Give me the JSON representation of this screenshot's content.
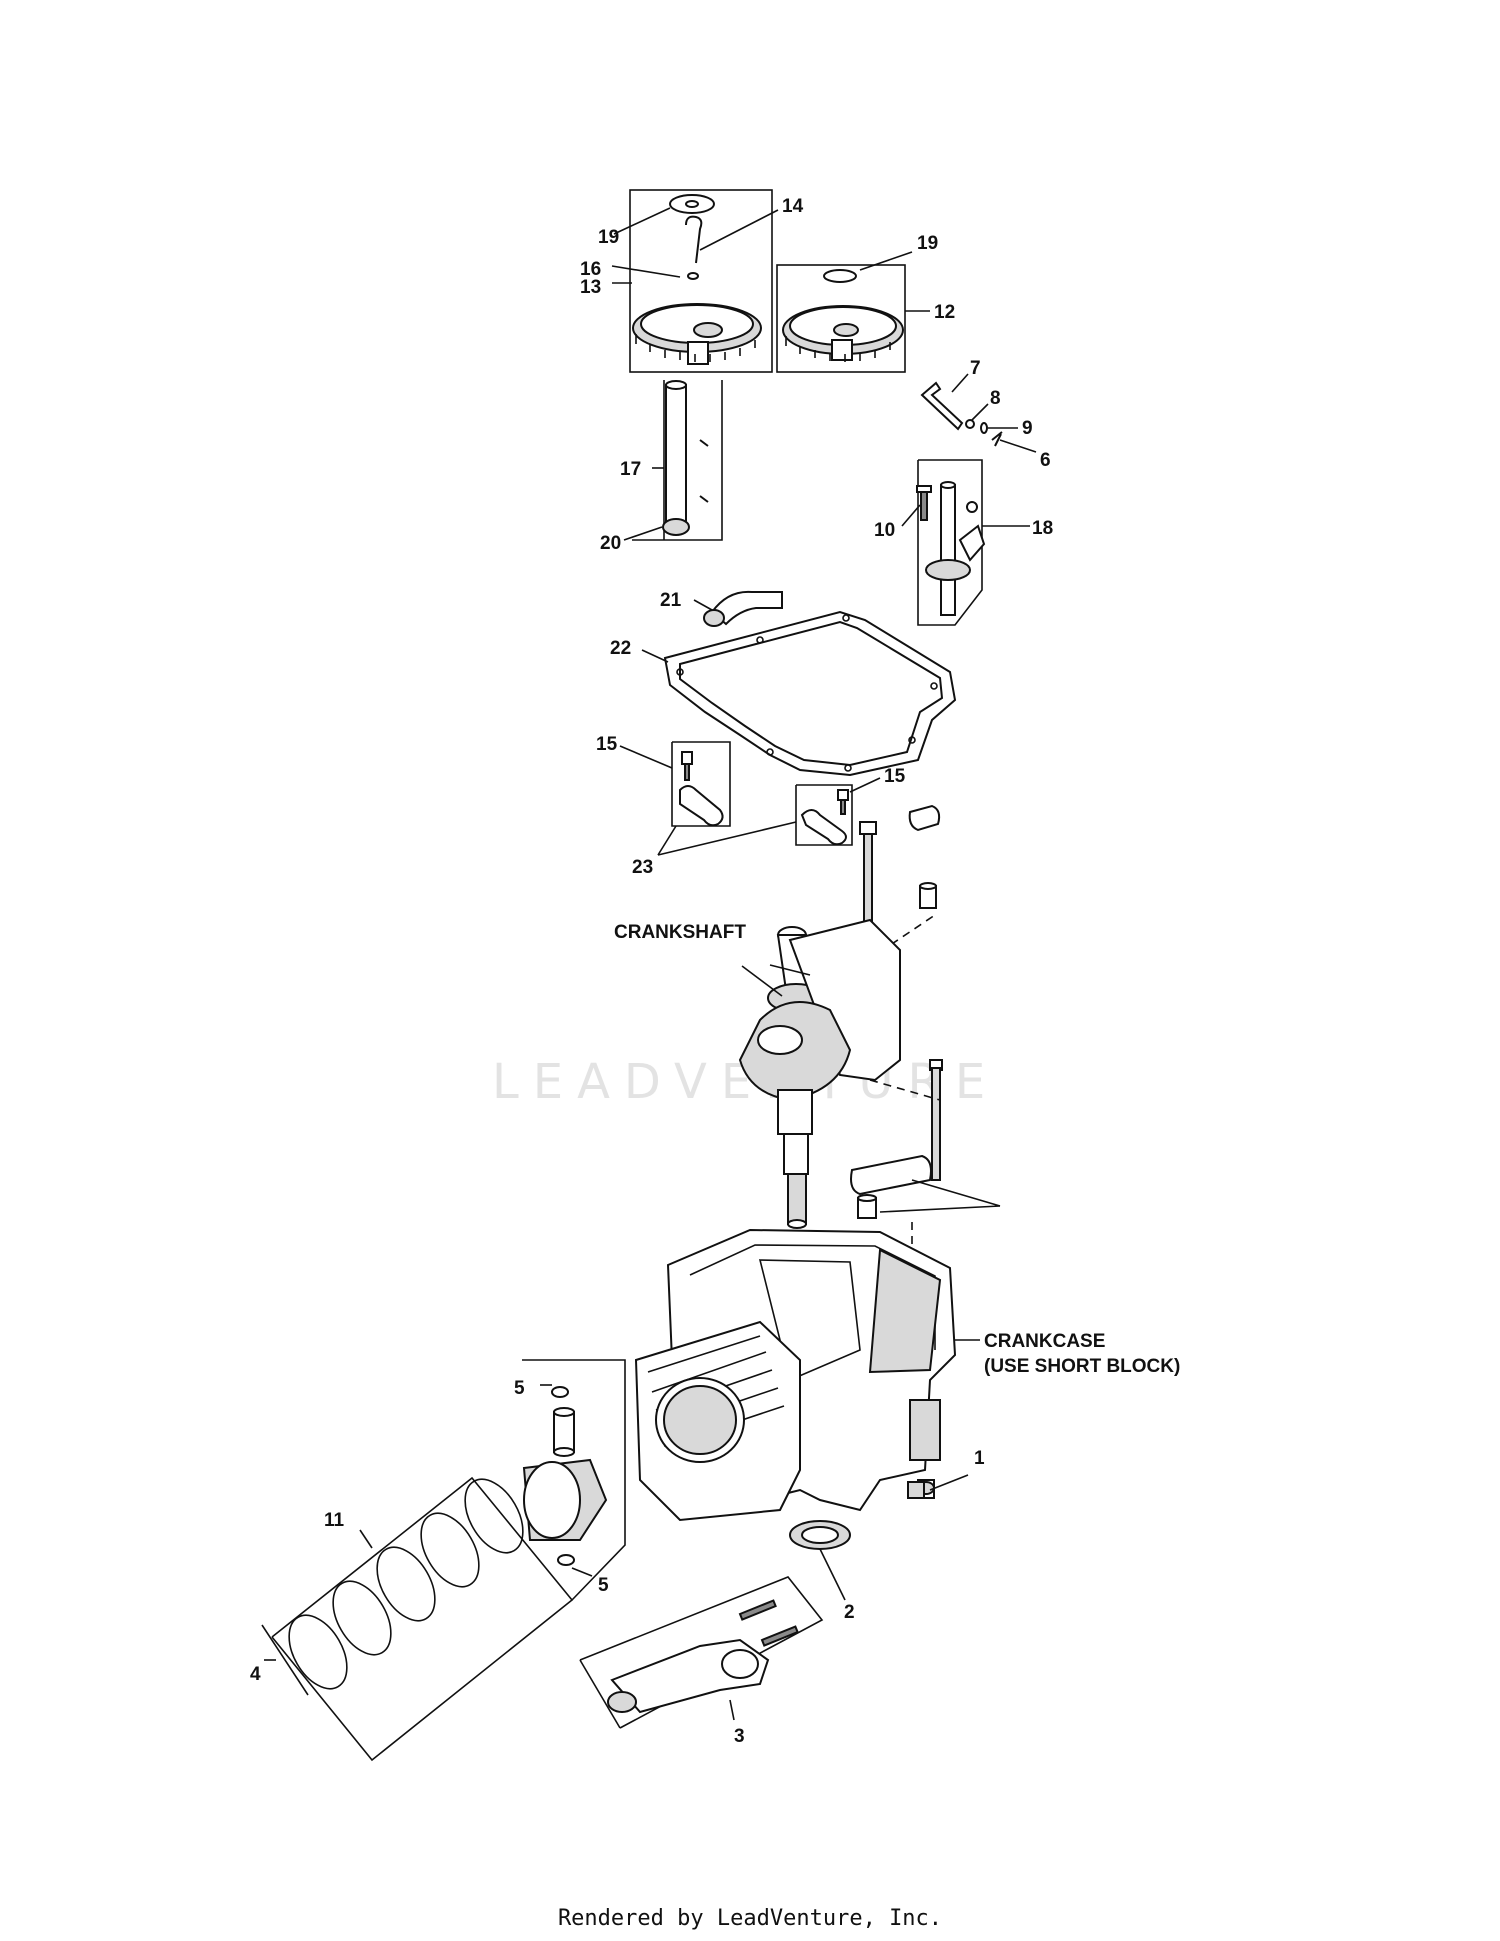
{
  "footer_text": "Rendered by LeadVenture, Inc.",
  "watermark_text": "LEADVENTURE",
  "labels": {
    "crankshaft": "CRANKSHAFT",
    "crankcase_line1": "CRANKCASE",
    "crankcase_line2": "(USE SHORT BLOCK)"
  },
  "callouts": [
    "1",
    "2",
    "3",
    "4",
    "5",
    "5",
    "6",
    "7",
    "8",
    "9",
    "10",
    "11",
    "12",
    "13",
    "14",
    "15",
    "15",
    "16",
    "17",
    "18",
    "19",
    "19",
    "20",
    "21",
    "22",
    "23"
  ]
}
